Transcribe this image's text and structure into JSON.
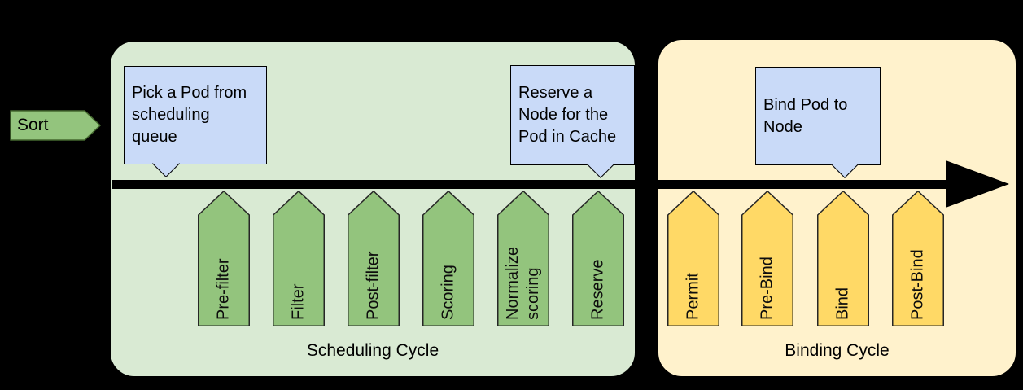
{
  "colors": {
    "background": "#000000",
    "panel_green": "#d9ead3",
    "panel_yellow": "#fff2cc",
    "stage_green": "#93c47d",
    "stage_yellow": "#ffd966",
    "callout_blue": "#c9daf8",
    "timeline": "#000000"
  },
  "sort": {
    "label": "Sort"
  },
  "scheduling": {
    "title": "Scheduling Cycle",
    "stages": [
      "Pre-filter",
      "Filter",
      "Post-filter",
      "Scoring",
      "Normalize\nscoring",
      "Reserve"
    ],
    "callouts": {
      "pick_pod": "Pick a Pod from\nscheduling\nqueue",
      "reserve_node": "Reserve a\nNode for the\nPod in Cache"
    }
  },
  "binding": {
    "title": "Binding Cycle",
    "stages": [
      "Permit",
      "Pre-Bind",
      "Bind",
      "Post-Bind"
    ],
    "callouts": {
      "bind_pod": "Bind Pod to\nNode"
    }
  }
}
